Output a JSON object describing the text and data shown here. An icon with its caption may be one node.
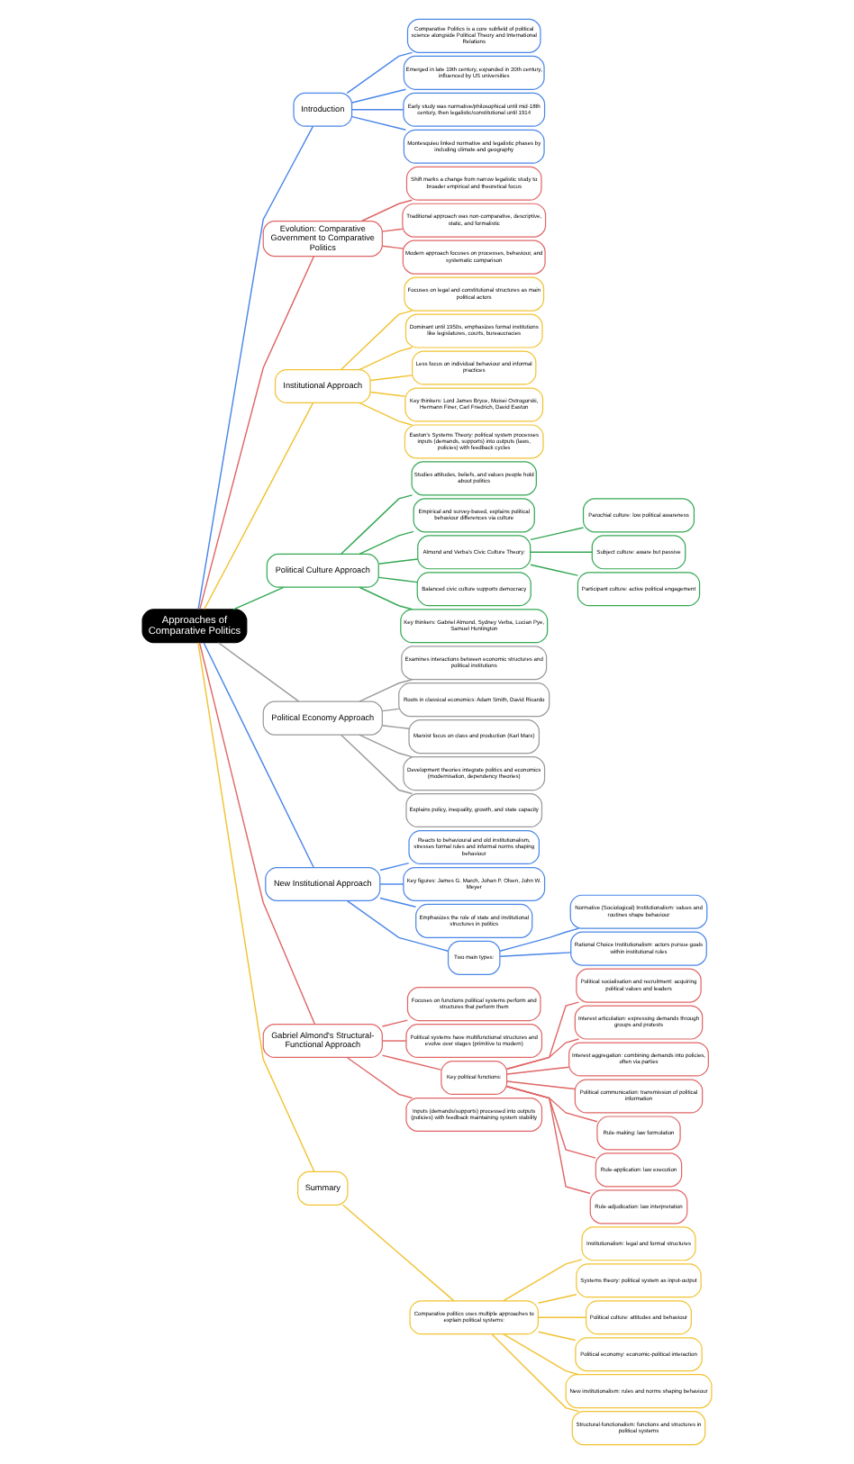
{
  "diagram": {
    "nodes": [
      {
        "text": [
          "Approaches of Comparative Politics"
        ]
      },
      {
        "text": [
          "Introduction"
        ]
      },
      {
        "text": [
          "Comparative Politics is a core subfield of political science alongside Political Theory and International Relations"
        ]
      },
      {
        "text": [
          "Emerged in late 19th century, expanded in 20th century, influenced by US universities"
        ]
      },
      {
        "text": [
          "Early study was normative/philosophical until mid-18th century, then legalistic/constitutional until 1914"
        ]
      },
      {
        "text": [
          "Montesquieu linked normative and legalistic phases by including climate and geography"
        ]
      },
      {
        "text": [
          "Evolution: Comparative Government to Comparative Politics"
        ]
      },
      {
        "text": [
          "Shift marks a change from narrow legalistic study to broader empirical and theoretical focus"
        ]
      },
      {
        "text": [
          "Traditional approach was non-comparative, descriptive, static, and formalistic"
        ]
      },
      {
        "text": [
          "Modern approach focuses on processes, behaviour, and systematic comparison"
        ]
      },
      {
        "text": [
          "Institutional Approach"
        ]
      },
      {
        "text": [
          "Focuses on legal and constitutional structures as main political actors"
        ]
      },
      {
        "text": [
          "Dominant until 1950s, emphasizes formal institutions like legislatures, courts, bureaucracies"
        ]
      },
      {
        "text": [
          "Less focus on individual behaviour and informal practices"
        ]
      },
      {
        "text": [
          "Key thinkers: Lord James Bryce, Moisei Ostrogorski, Hermann Finer, Carl Friedrich, David Easton"
        ]
      },
      {
        "text": [
          "Easton's Systems Theory: political system processes inputs (demands, supports) into outputs (laws, policies) with feedback cycles"
        ]
      },
      {
        "text": [
          "Political Culture Approach"
        ]
      },
      {
        "text": [
          "Studies attitudes, beliefs, and values people hold about politics"
        ]
      },
      {
        "text": [
          "Empirical and survey-based, explains political behaviour differences via culture"
        ]
      },
      {
        "text": [
          "Almond and Verba's Civic Culture Theory:"
        ]
      },
      {
        "text": [
          "Parochial culture: low political awareness"
        ]
      },
      {
        "text": [
          "Subject culture: aware but passive"
        ]
      },
      {
        "text": [
          "Participant culture: active political engagement"
        ]
      },
      {
        "text": [
          "Balanced civic culture supports democracy"
        ]
      },
      {
        "text": [
          "Key thinkers: Gabriel Almond, Sydney Verba, Lucian Pye, Samuel Huntington"
        ]
      },
      {
        "text": [
          "Political Economy Approach"
        ]
      },
      {
        "text": [
          "Examines interactions between economic structures and political institutions"
        ]
      },
      {
        "text": [
          "Roots in classical economics: Adam Smith, David Ricardo"
        ]
      },
      {
        "text": [
          "Marxist focus on class and production (Karl Marx)"
        ]
      },
      {
        "text": [
          "Development theories integrate politics and economics (modernisation, dependency theories)"
        ]
      },
      {
        "text": [
          "Explains policy, inequality, growth, and state capacity"
        ]
      },
      {
        "text": [
          "New Institutional Approach"
        ]
      },
      {
        "text": [
          "Reacts to behavioural and old institutionalism, stresses formal rules and informal norms shaping behaviour"
        ]
      },
      {
        "text": [
          "Key figures: James G. March, Johan P. Olsen, John W. Meyer"
        ]
      },
      {
        "text": [
          "Emphasizes the role of state and institutional structures in politics"
        ]
      },
      {
        "text": [
          "Two main types:"
        ]
      },
      {
        "text": [
          "Normative (Sociological) Institutionalism: values and routines shape behaviour"
        ]
      },
      {
        "text": [
          "Rational Choice Institutionalism: actors pursue goals within institutional rules"
        ]
      },
      {
        "text": [
          "Gabriel Almond's Structural-Functional Approach"
        ]
      },
      {
        "text": [
          "Focuses on functions political systems perform and structures that perform them"
        ]
      },
      {
        "text": [
          "Political systems have multifunctional structures and evolve over stages (primitive to modern)"
        ]
      },
      {
        "text": [
          "Key political functions:"
        ]
      },
      {
        "text": [
          "Political socialisation and recruitment: acquiring political values and leaders"
        ]
      },
      {
        "text": [
          "Interest articulation: expressing demands through groups and protests"
        ]
      },
      {
        "text": [
          "Interest aggregation: combining demands into policies, often via parties"
        ]
      },
      {
        "text": [
          "Political communication: transmission of political information"
        ]
      },
      {
        "text": [
          "Rule-making: law formulation"
        ]
      },
      {
        "text": [
          "Rule-application: law execution"
        ]
      },
      {
        "text": [
          "Rule-adjudication: law interpretation"
        ]
      },
      {
        "text": [
          "Inputs (demands/supports) processed into outputs (policies) with feedback maintaining system stability"
        ]
      },
      {
        "text": [
          "Summary"
        ]
      },
      {
        "text": [
          "Comparative politics uses multiple approaches to explain political systems:"
        ]
      },
      {
        "text": [
          "Institutionalism: legal and formal structures"
        ]
      },
      {
        "text": [
          "Systems theory: political system as input-output"
        ]
      },
      {
        "text": [
          "Political culture: attitudes and behaviour"
        ]
      },
      {
        "text": [
          "Political economy: economic-political interaction"
        ]
      },
      {
        "text": [
          "New institutionalism: rules and norms shaping behaviour"
        ]
      },
      {
        "text": [
          "Structural-functionalism: functions and structures in political systems"
        ]
      }
    ],
    "edges": [
      {
        "from": 0,
        "to": 1,
        "arrow": "none",
        "color": "#4a86e8"
      },
      {
        "from": 1,
        "to": 2,
        "arrow": "none",
        "color": "#4a86e8"
      },
      {
        "from": 1,
        "to": 3,
        "arrow": "none",
        "color": "#4a86e8"
      },
      {
        "from": 1,
        "to": 4,
        "arrow": "none",
        "color": "#4a86e8"
      },
      {
        "from": 1,
        "to": 5,
        "arrow": "none",
        "color": "#4a86e8"
      },
      {
        "from": 0,
        "to": 6,
        "arrow": "none"
      },
      {
        "from": 6,
        "to": 7,
        "arrow": "none"
      },
      {
        "from": 6,
        "to": 8,
        "arrow": "none"
      },
      {
        "from": 6,
        "to": 9,
        "arrow": "none"
      },
      {
        "from": 0,
        "to": 10,
        "arrow": "none",
        "color": "#f1c232"
      },
      {
        "from": 10,
        "to": 11,
        "arrow": "none",
        "color": "#f1c232"
      },
      {
        "from": 10,
        "to": 12,
        "arrow": "none",
        "color": "#f1c232"
      },
      {
        "from": 10,
        "to": 13,
        "arrow": "none",
        "color": "#f1c232"
      },
      {
        "from": 10,
        "to": 14,
        "arrow": "none",
        "color": "#f1c232"
      },
      {
        "from": 10,
        "to": 15,
        "arrow": "none",
        "color": "#f1c232"
      },
      {
        "from": 0,
        "to": 16,
        "arrow": "none",
        "color": "#34a853"
      },
      {
        "from": 16,
        "to": 17,
        "arrow": "none",
        "color": "#34a853"
      },
      {
        "from": 16,
        "to": 18,
        "arrow": "none",
        "color": "#34a853"
      },
      {
        "from": 16,
        "to": 19,
        "arrow": "none",
        "color": "#34a853"
      },
      {
        "from": 19,
        "to": 20,
        "arrow": "none",
        "color": "#34a853"
      },
      {
        "from": 19,
        "to": 21,
        "arrow": "none",
        "color": "#34a853"
      },
      {
        "from": 19,
        "to": 22,
        "arrow": "none",
        "color": "#34a853"
      },
      {
        "from": 16,
        "to": 23,
        "arrow": "none",
        "color": "#34a853"
      },
      {
        "from": 16,
        "to": 24,
        "arrow": "none",
        "color": "#34a853"
      },
      {
        "from": 0,
        "to": 25,
        "arrow": "none",
        "color": "#999999"
      },
      {
        "from": 25,
        "to": 26,
        "arrow": "none",
        "color": "#999999"
      },
      {
        "from": 25,
        "to": 27,
        "arrow": "none",
        "color": "#999999"
      },
      {
        "from": 25,
        "to": 28,
        "arrow": "none",
        "color": "#999999"
      },
      {
        "from": 25,
        "to": 29,
        "arrow": "none",
        "color": "#999999"
      },
      {
        "from": 25,
        "to": 30,
        "arrow": "none",
        "color": "#999999"
      },
      {
        "from": 0,
        "to": 31,
        "arrow": "none",
        "color": "#4a86e8"
      },
      {
        "from": 31,
        "to": 32,
        "arrow": "none",
        "color": "#4a86e8"
      },
      {
        "from": 31,
        "to": 33,
        "arrow": "none",
        "color": "#4a86e8"
      },
      {
        "from": 31,
        "to": 34,
        "arrow": "none",
        "color": "#4a86e8"
      },
      {
        "from": 31,
        "to": 35,
        "arrow": "none",
        "color": "#4a86e8"
      },
      {
        "from": 35,
        "to": 36,
        "arrow": "none",
        "color": "#4a86e8"
      },
      {
        "from": 35,
        "to": 37,
        "arrow": "none",
        "color": "#4a86e8"
      },
      {
        "from": 0,
        "to": 38,
        "arrow": "none"
      },
      {
        "from": 38,
        "to": 39,
        "arrow": "none"
      },
      {
        "from": 38,
        "to": 40,
        "arrow": "none"
      },
      {
        "from": 38,
        "to": 41,
        "arrow": "none"
      },
      {
        "from": 41,
        "to": 42,
        "arrow": "none"
      },
      {
        "from": 41,
        "to": 43,
        "arrow": "none"
      },
      {
        "from": 41,
        "to": 44,
        "arrow": "none"
      },
      {
        "from": 41,
        "to": 45,
        "arrow": "none"
      },
      {
        "from": 41,
        "to": 46,
        "arrow": "none"
      },
      {
        "from": 41,
        "to": 47,
        "arrow": "none"
      },
      {
        "from": 41,
        "to": 48,
        "arrow": "none"
      },
      {
        "from": 38,
        "to": 49,
        "arrow": "none"
      },
      {
        "from": 0,
        "to": 50,
        "arrow": "none",
        "color": "#f1c232"
      },
      {
        "from": 50,
        "to": 51,
        "arrow": "none",
        "color": "#f1c232"
      },
      {
        "from": 51,
        "to": 52,
        "arrow": "none",
        "color": "#f1c232"
      },
      {
        "from": 51,
        "to": 53,
        "arrow": "none",
        "color": "#f1c232"
      },
      {
        "from": 51,
        "to": 54,
        "arrow": "none",
        "color": "#f1c232"
      },
      {
        "from": 51,
        "to": 55,
        "arrow": "none",
        "color": "#f1c232"
      },
      {
        "from": 51,
        "to": 56,
        "arrow": "none",
        "color": "#f1c232"
      },
      {
        "from": 51,
        "to": 57,
        "arrow": "none",
        "color": "#f1c232"
      }
    ]
  }
}
